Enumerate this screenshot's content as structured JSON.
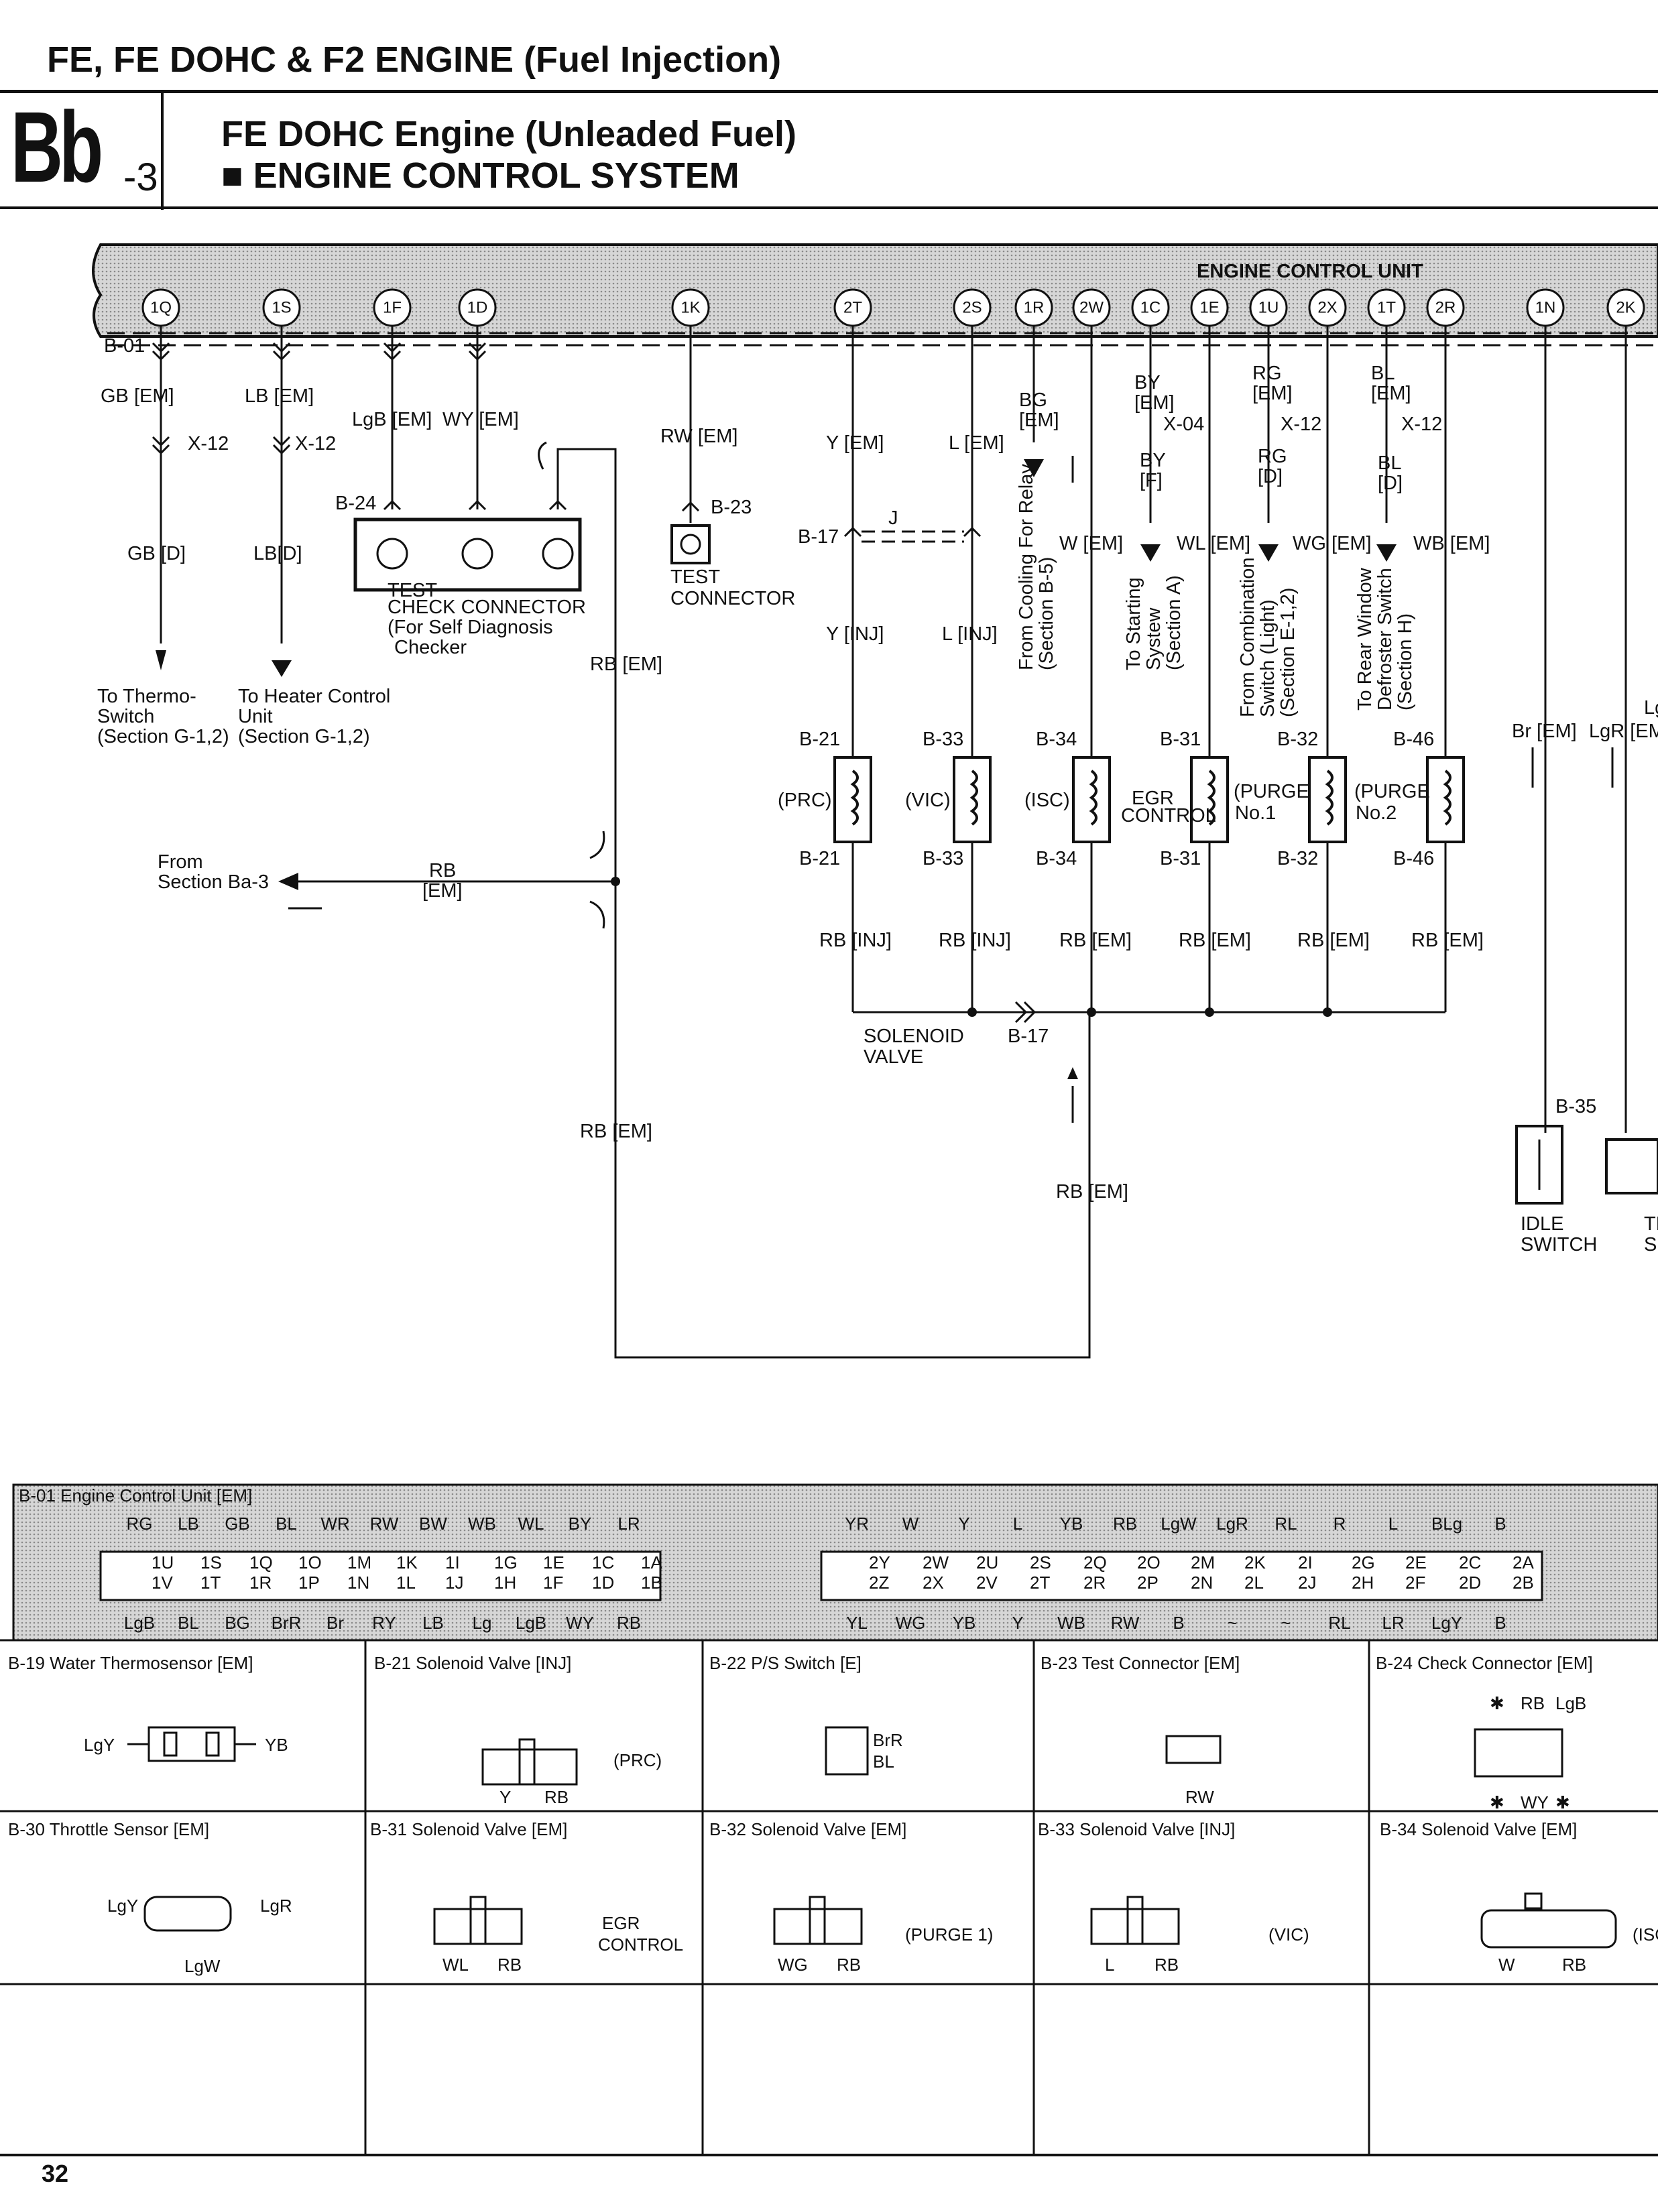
{
  "header": {
    "title": "FE, FE DOHC & F2 ENGINE (Fuel Injection)",
    "section_code": "Bb",
    "section_sub": "-3",
    "diagram_title_1": "FE DOHC Engine (Unleaded Fuel)",
    "diagram_title_2": "■ ENGINE CONTROL SYSTEM"
  },
  "ecu": {
    "label": "ENGINE CONTROL UNIT",
    "terminals": [
      "1Q",
      "1S",
      "1F",
      "1D",
      "1K",
      "2T",
      "2S",
      "1R",
      "2W",
      "1C",
      "1E",
      "1U",
      "2X",
      "1T",
      "2R",
      "1N",
      "2K"
    ]
  },
  "connector_refs": {
    "b01": "B-01",
    "x12": "X-12",
    "x04": "X-04",
    "b24": "B-24",
    "b23": "B-23",
    "b17": "B-17",
    "b21": "B-21",
    "b33": "B-33",
    "b34": "B-34",
    "b31": "B-31",
    "b32": "B-32",
    "b46": "B-46",
    "b35": "B-35",
    "j": "J"
  },
  "wires": {
    "gb_em": "GB [EM]",
    "gb_d": "GB [D]",
    "lb_em": "LB [EM]",
    "lb_d": "LB[D]",
    "lgb_em": "LgB [EM]",
    "wy_em": "WY [EM]",
    "rw_em": "RW [EM]",
    "rb_em": "RB [EM]",
    "y_em": "Y [EM]",
    "y_inj": "Y [INJ]",
    "l_em": "L [EM]",
    "l_inj": "L [INJ]",
    "bg": "BG",
    "em": "[EM]",
    "w_em": "W [EM]",
    "by": "BY",
    "f": "[F]",
    "wl_em": "WL [EM]",
    "rg": "RG",
    "d": "[D]",
    "wg_em": "WG [EM]",
    "bl": "BL",
    "wb_em": "WB [EM]",
    "rb_inj": "RB [INJ]",
    "br_em": "Br [EM]",
    "lgr_em": "LgR [EM]",
    "lg_cut": "Lg",
    "rb": "RB"
  },
  "components": {
    "check_connector": "CHECK CONNECTOR",
    "check_sub1": "(For Self Diagnosis",
    "check_sub2": "Checker",
    "test_connector_1": "TEST",
    "test_connector_2": "CONNECTOR",
    "prc": "(PRC)",
    "vic": "(VIC)",
    "isc": "(ISC)",
    "egr_1": "EGR",
    "egr_2": "CONTROL",
    "purge1_1": "(PURGE",
    "purge1_2": "No.1",
    "purge2_1": "(PURGE",
    "purge2_2": "No.2",
    "solenoid_1": "SOLENOID",
    "solenoid_2": "VALVE",
    "idle_1": "IDLE",
    "idle_2": "SWITCH",
    "th_cut_1": "TH",
    "th_cut_2": "SE"
  },
  "destinations": {
    "thermo_1": "To Thermo-",
    "thermo_2": "Switch",
    "thermo_3": "(Section G-1,2)",
    "heater_1": "To Heater Control",
    "heater_2": "Unit",
    "heater_3": "(Section G-1,2)",
    "from_ba3_1": "From",
    "from_ba3_2": "Section Ba-3",
    "cooling_1": "From Cooling For Relay",
    "cooling_2": "(Section B-5)",
    "starting_1": "To Starting",
    "starting_2": "Systew",
    "starting_3": "(Section A)",
    "combo_1": "From Combination",
    "combo_2": "Switch (Light)",
    "combo_3": "(Section E-1,2)",
    "defrost_1": "To Rear Window",
    "defrost_2": "Defroster Switch",
    "defrost_3": "(Section H)"
  },
  "b01_table": {
    "title": "B-01 Engine Control Unit [EM]",
    "left_top": [
      "RG",
      "LB",
      "GB",
      "BL",
      "WR",
      "RW",
      "BW",
      "WB",
      "WL",
      "BY",
      "LR"
    ],
    "left_pins_top": [
      "1U",
      "1S",
      "1Q",
      "1O",
      "1M",
      "1K",
      "1I",
      "1G",
      "1E",
      "1C",
      "1A"
    ],
    "left_pins_bot": [
      "1V",
      "1T",
      "1R",
      "1P",
      "1N",
      "1L",
      "1J",
      "1H",
      "1F",
      "1D",
      "1B"
    ],
    "left_bot": [
      "LgB",
      "BL",
      "BG",
      "BrR",
      "Br",
      "RY",
      "LB",
      "Lg",
      "LgB",
      "WY",
      "RB"
    ],
    "right_top": [
      "YR",
      "W",
      "Y",
      "L",
      "YB",
      "RB",
      "LgW",
      "LgR",
      "RL",
      "R",
      "L",
      "BLg",
      "B"
    ],
    "right_pins_top": [
      "2Y",
      "2W",
      "2U",
      "2S",
      "2Q",
      "2O",
      "2M",
      "2K",
      "2I",
      "2G",
      "2E",
      "2C",
      "2A"
    ],
    "right_pins_bot": [
      "2Z",
      "2X",
      "2V",
      "2T",
      "2R",
      "2P",
      "2N",
      "2L",
      "2J",
      "2H",
      "2F",
      "2D",
      "2B"
    ],
    "right_bot": [
      "YL",
      "WG",
      "YB",
      "Y",
      "WB",
      "RW",
      "B",
      "~",
      "~",
      "RL",
      "LR",
      "LgY",
      "B"
    ]
  },
  "connector_boxes": [
    {
      "title": "B-19 Water Thermosensor [EM]",
      "left": "LgY",
      "right": "YB"
    },
    {
      "title": "B-21 Solenoid Valve [INJ]",
      "pin1": "Y",
      "pin2": "RB",
      "note": "(PRC)"
    },
    {
      "title": "B-22 P/S Switch [E]",
      "pin1": "BrR",
      "pin2": "BL"
    },
    {
      "title": "B-23 Test Connector [EM]",
      "pin1": "RW"
    },
    {
      "title": "B-24 Check Connector [EM]",
      "t1": "✱",
      "t2": "RB",
      "t3": "LgB",
      "b1": "✱",
      "b2": "WY",
      "b3": "✱"
    },
    {
      "title": "B-30 Throttle Sensor [EM]",
      "left": "LgY",
      "right": "LgR",
      "bottom": "LgW"
    },
    {
      "title": "B-31 Solenoid Valve [EM]",
      "pin1": "WL",
      "pin2": "RB",
      "note1": "EGR",
      "note2": "CONTROL"
    },
    {
      "title": "B-32 Solenoid Valve [EM]",
      "pin1": "WG",
      "pin2": "RB",
      "note": "(PURGE 1)"
    },
    {
      "title": "B-33 Solenoid Valve [INJ]",
      "pin1": "L",
      "pin2": "RB",
      "note": "(VIC)"
    },
    {
      "title": "B-34 Solenoid Valve [EM]",
      "pin1": "W",
      "pin2": "RB",
      "note": "(ISC"
    }
  ],
  "page_number": "32"
}
